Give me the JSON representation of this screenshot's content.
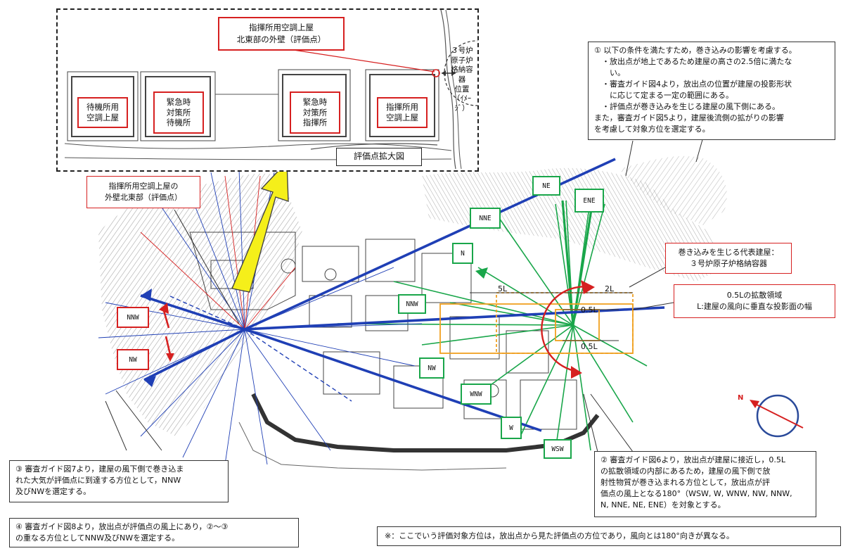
{
  "inset": {
    "callout_title": "指揮所用空調上屋\n北東部の外壁（評価点）",
    "reactor_label": "３号炉\n原子炉\n格納容器\n位置\n（ｲﾒｰｼﾞ）",
    "buildings": [
      "待機所用\n空調上屋",
      "緊急時\n対策所\n待機所",
      "緊急時\n対策所\n指揮所",
      "指揮所用\n空調上屋"
    ],
    "enlarged_label": "評価点拡大図"
  },
  "map": {
    "eval_point_label": "指揮所用空調上屋の\n外壁北東部（評価点）",
    "rep_building_label": "巻き込みを生じる代表建屋：\n３号炉原子炉格納容器",
    "spread_region_label": "0.5Lの拡散領域\nL:建屋の風向に垂直な投影面の幅",
    "scale_labels": [
      "5L",
      "2L",
      "0.5L",
      "0.5L"
    ],
    "red_directions": [
      "NNW",
      "NW"
    ],
    "green_directions": [
      "NE",
      "ENE",
      "NNE",
      "N",
      "NNW",
      "NW",
      "WNW",
      "W",
      "WSW"
    ],
    "north_label": "N"
  },
  "notes": {
    "note1": "① 以下の条件を満たすため，巻き込みの影響を考慮する。\n　・放出点が地上であるため建屋の高さの2.5倍に満たな\n　　い。\n　・審査ガイド図4より，放出点の位置が建屋の投影形状\n　　に応じて定まる一定の範囲にある。\n　・評価点が巻き込みを生じる建屋の風下側にある。\nまた，審査ガイド図5より，建屋後流側の拡がりの影響\nを考慮して対象方位を選定する。",
    "note2": "② 審査ガイド図6より，放出点が建屋に接近し，0.5L\nの拡散領域の内部にあるため，建屋の風下側で放\n射性物質が巻き込まれる方位として，放出点が評\n価点の風上となる180°（WSW, W, WNW, NW, NNW,\nN, NNE, NE, ENE）を対象とする。",
    "note3": "③ 審査ガイド図7より，建屋の風下側で巻き込ま\nれた大気が評価点に到達する方位として，NNW\n及びNWを選定する。",
    "note4": "④ 審査ガイド図8より，放出点が評価点の風上にあり，②～③\nの重なる方位としてNNW及びNWを選定する。",
    "footnote": "※：ここでいう評価対象方位は，放出点から見た評価点の方位であり，風向とは180°向きが異なる。"
  },
  "colors": {
    "red": "#d62020",
    "green": "#19a64a",
    "blue": "#1f3fb5",
    "yellow": "#f5ef1a",
    "orange": "#f0a020"
  }
}
